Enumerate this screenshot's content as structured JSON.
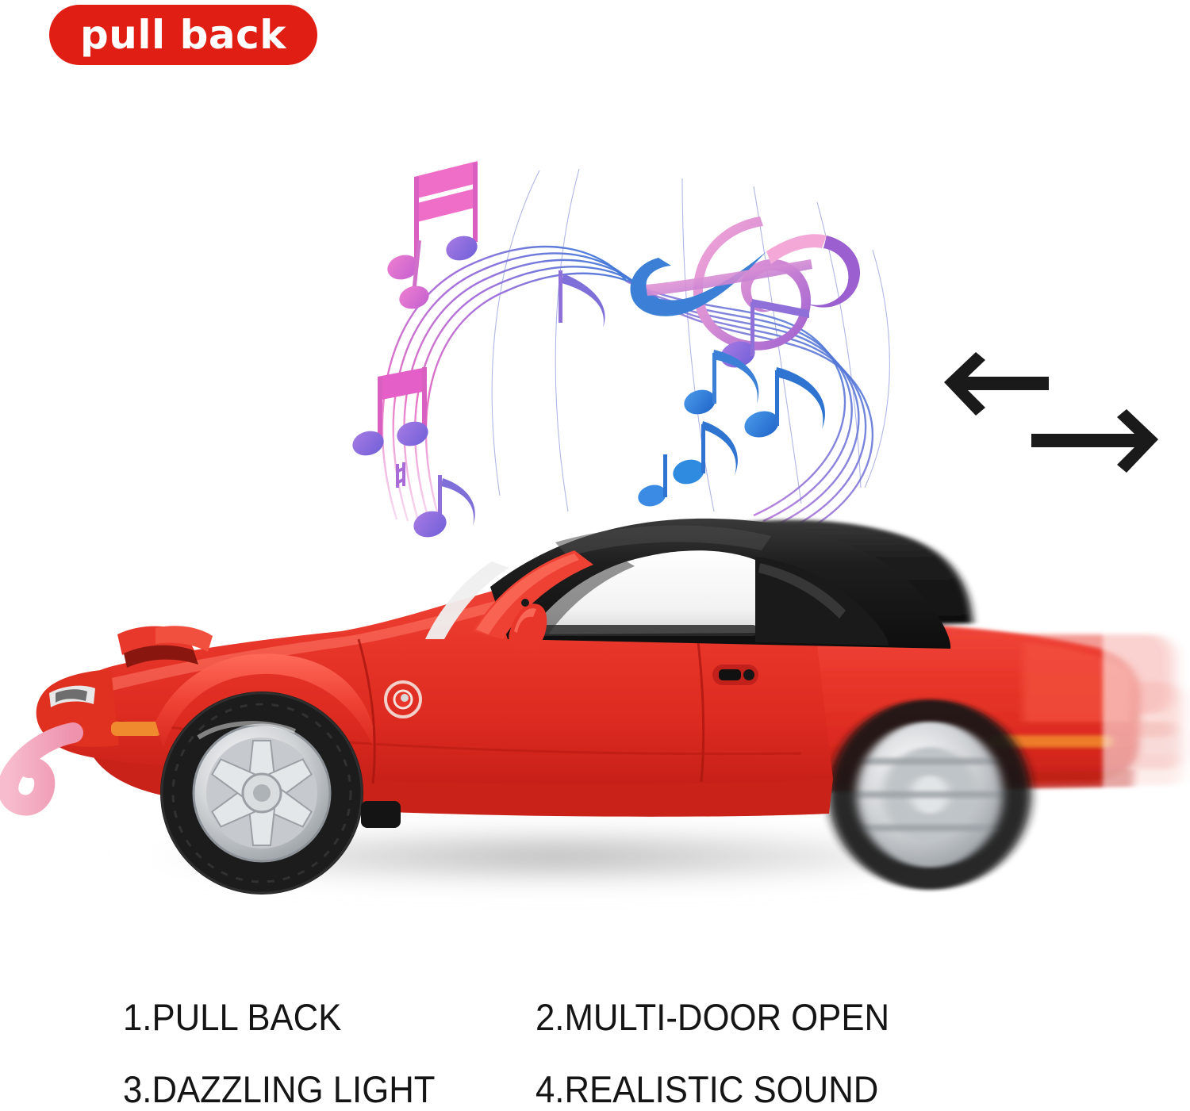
{
  "badge": {
    "label": "pull back",
    "background_color": "#E01E14",
    "text_color": "#FFFFFF"
  },
  "arrows": {
    "left_arrow_name": "arrow-left",
    "right_arrow_name": "arrow-right",
    "color": "#1A1A1A"
  },
  "music": {
    "clef": "treble-clef",
    "note_colors": [
      "#E46BC3",
      "#B26BD8",
      "#7B6BE0",
      "#3B82E0",
      "#1F6FD0"
    ],
    "staff_color": "#8E8EE0"
  },
  "product": {
    "body_color": "#E8362A",
    "roof_color": "#1C1C1C",
    "wheel_color": "#C9CCCF",
    "tire_color": "#1E1E1E",
    "pull_cord_color": "#F2A0B8",
    "indicator_color": "#F2821E",
    "shadow_color": "#BFBFBF"
  },
  "features": {
    "items": [
      {
        "label": "1.PULL BACK"
      },
      {
        "label": "2.MULTI-DOOR OPEN"
      },
      {
        "label": "3.DAZZLING LIGHT"
      },
      {
        "label": "4.REALISTIC SOUND"
      }
    ]
  }
}
